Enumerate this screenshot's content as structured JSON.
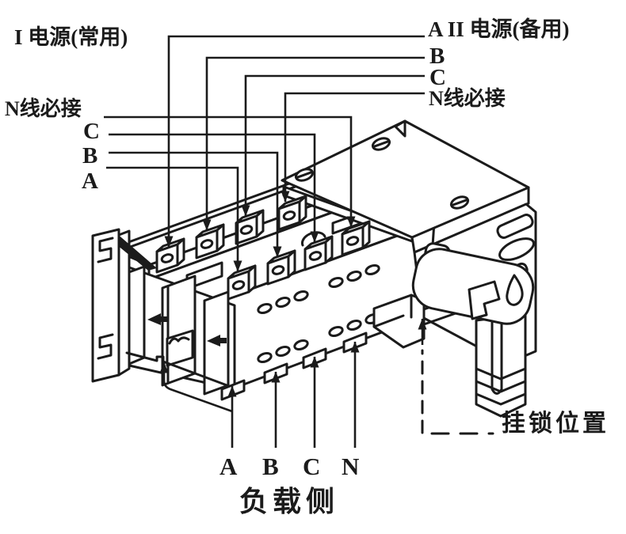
{
  "colors": {
    "ink": "#1b1b1b",
    "bg": "#ffffff"
  },
  "labels": {
    "source1": "I 电源(常用)",
    "source1_phases": {
      "n": "N线必接",
      "c": "C",
      "b": "B",
      "a": "A"
    },
    "source2": "A II 电源(备用)",
    "source2_phases": {
      "b": "B",
      "c": "C",
      "n": "N线必接"
    },
    "load_phases": {
      "a": "A",
      "b": "B",
      "c": "C",
      "n": "N"
    },
    "load_side": "负载侧",
    "padlock_position": "挂锁位置"
  }
}
